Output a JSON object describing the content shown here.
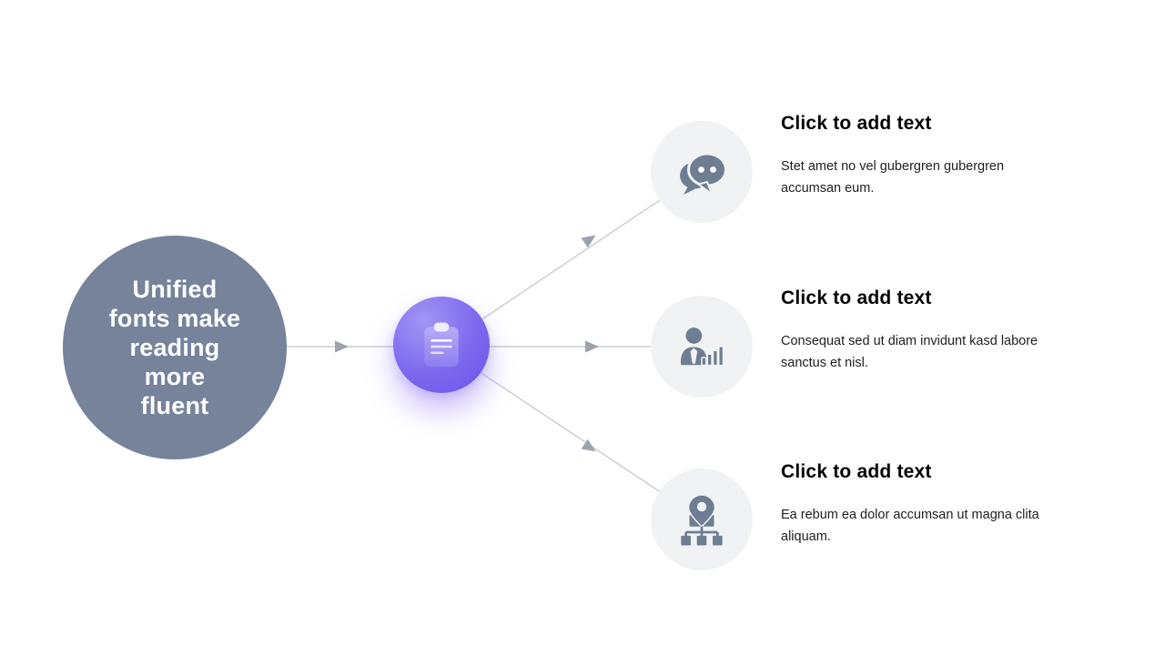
{
  "main_circle": {
    "text": "Unified\nfonts make\nreading\nmore\nfluent"
  },
  "hub": {
    "icon": "clipboard-icon"
  },
  "branches": [
    {
      "icon": "chat-bubbles-icon",
      "title": "Click to add text",
      "body": "Stet amet no vel gubergren gubergren accumsan eum."
    },
    {
      "icon": "person-bar-chart-icon",
      "title": "Click to add text",
      "body": "Consequat sed ut diam invidunt kasd labore sanctus et nisl."
    },
    {
      "icon": "location-pin-network-icon",
      "title": "Click to add text",
      "body": "Ea rebum ea dolor accumsan ut magna clita aliquam."
    }
  ],
  "colors": {
    "slate": "#76839B",
    "icon": "#6E7D92",
    "node_bg": "#F1F2F4",
    "line": "#CBCFD6",
    "arrow": "#9CA3AF",
    "accent_light": "#A295F4",
    "accent": "#7D68EE",
    "accent_deep": "#6C54EB",
    "heading": "#000000",
    "body": "#1D1F23"
  }
}
